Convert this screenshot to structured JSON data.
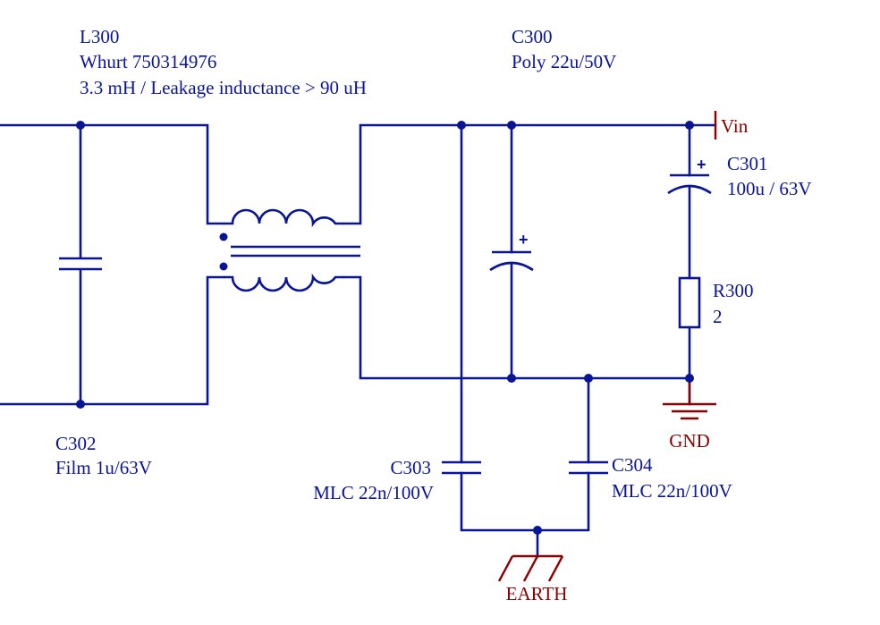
{
  "components": {
    "L300": {
      "ref": "L300",
      "part": "Whurt 750314976",
      "desc": "3.3 mH / Leakage inductance > 90 uH"
    },
    "C300": {
      "ref": "C300",
      "value": "Poly 22u/50V"
    },
    "C301": {
      "ref": "C301",
      "value": "100u / 63V"
    },
    "R300": {
      "ref": "R300",
      "value": "2"
    },
    "C302": {
      "ref": "C302",
      "value": "Film 1u/63V"
    },
    "C303": {
      "ref": "C303",
      "value": "MLC 22n/100V"
    },
    "C304": {
      "ref": "C304",
      "value": "MLC 22n/100V"
    }
  },
  "nets": {
    "vin": "Vin",
    "gnd": "GND",
    "earth": "EARTH"
  },
  "symbols": {
    "polarity_mark": "+"
  },
  "colors": {
    "wire": "#0a1496",
    "power_symbol": "#8b0000"
  }
}
